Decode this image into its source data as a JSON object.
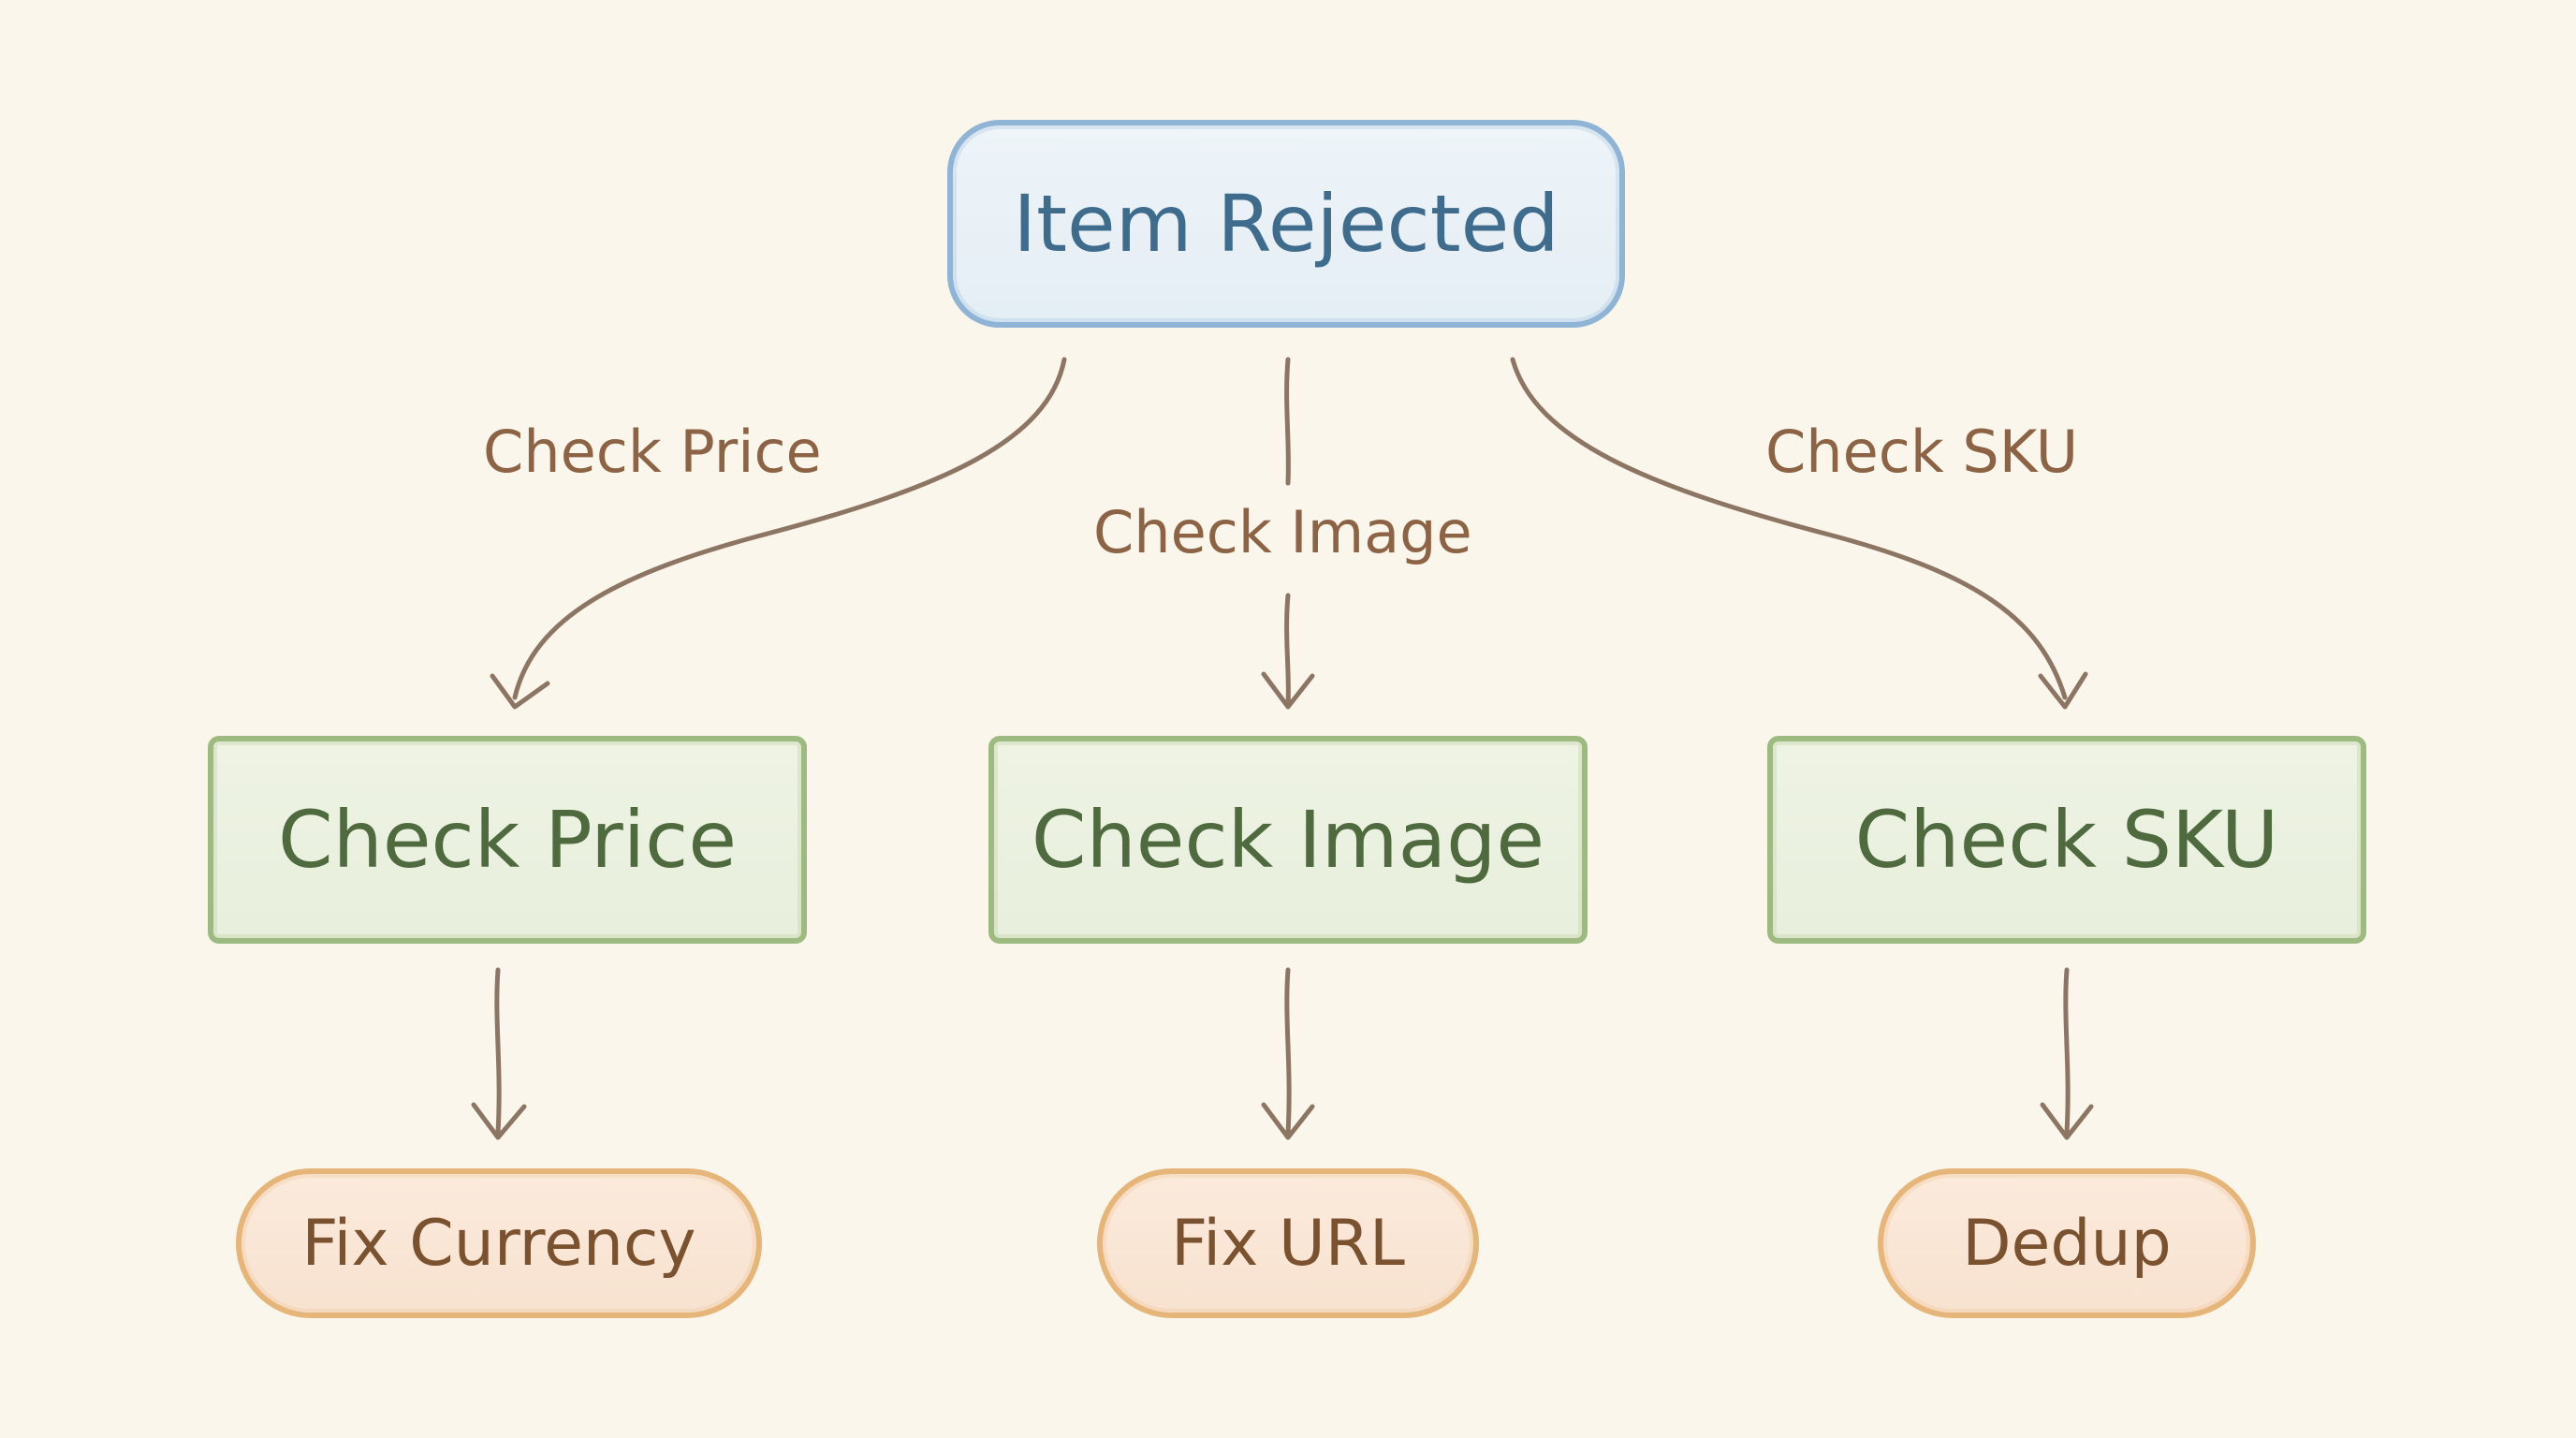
{
  "diagram": {
    "root": {
      "label": "Item Rejected"
    },
    "edge_labels": {
      "price": "Check Price",
      "image": "Check Image",
      "sku": "Check SKU"
    },
    "checks": [
      {
        "label": "Check Price"
      },
      {
        "label": "Check Image"
      },
      {
        "label": "Check SKU"
      }
    ],
    "fixes": [
      {
        "label": "Fix Currency"
      },
      {
        "label": "Fix URL"
      },
      {
        "label": "Dedup"
      }
    ]
  },
  "colors": {
    "background": "#faf6ec",
    "root_border": "#8fb4d6",
    "check_border": "#9dbb80",
    "fix_border": "#e6b57a",
    "arrow": "#8d7563"
  }
}
